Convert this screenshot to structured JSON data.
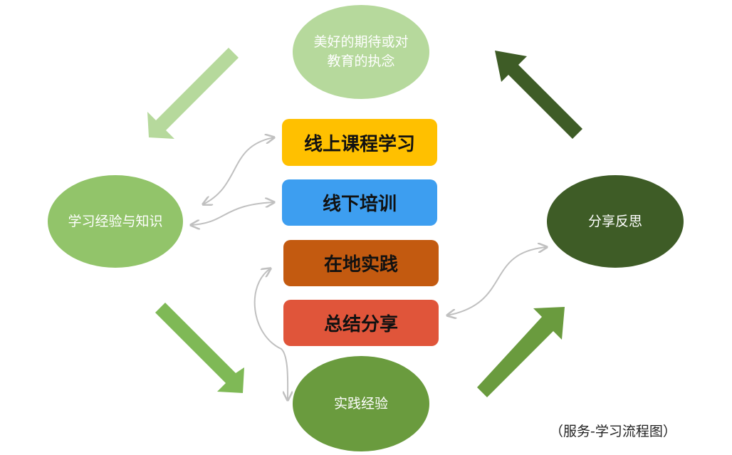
{
  "colors": {
    "light_green": "#b6d99c",
    "mid_green": "#92c46a",
    "green": "#6a9b3e",
    "dark_green": "#3e5c26",
    "yellow": "#ffc000",
    "blue": "#3d9ef0",
    "orange": "#c35a10",
    "red": "#e0553a",
    "connector": "#c0c0c0"
  },
  "nodes": {
    "top": {
      "line1": "美好的期待或对",
      "line2": "教育的执念"
    },
    "left": {
      "label": "学习经验与知识"
    },
    "right": {
      "label": "分享反思"
    },
    "bottom": {
      "label": "实践经验"
    }
  },
  "steps": [
    {
      "label": "线上课程学习"
    },
    {
      "label": "线下培训"
    },
    {
      "label": "在地实践"
    },
    {
      "label": "总结分享"
    }
  ],
  "caption": "（服务-学习流程图）"
}
